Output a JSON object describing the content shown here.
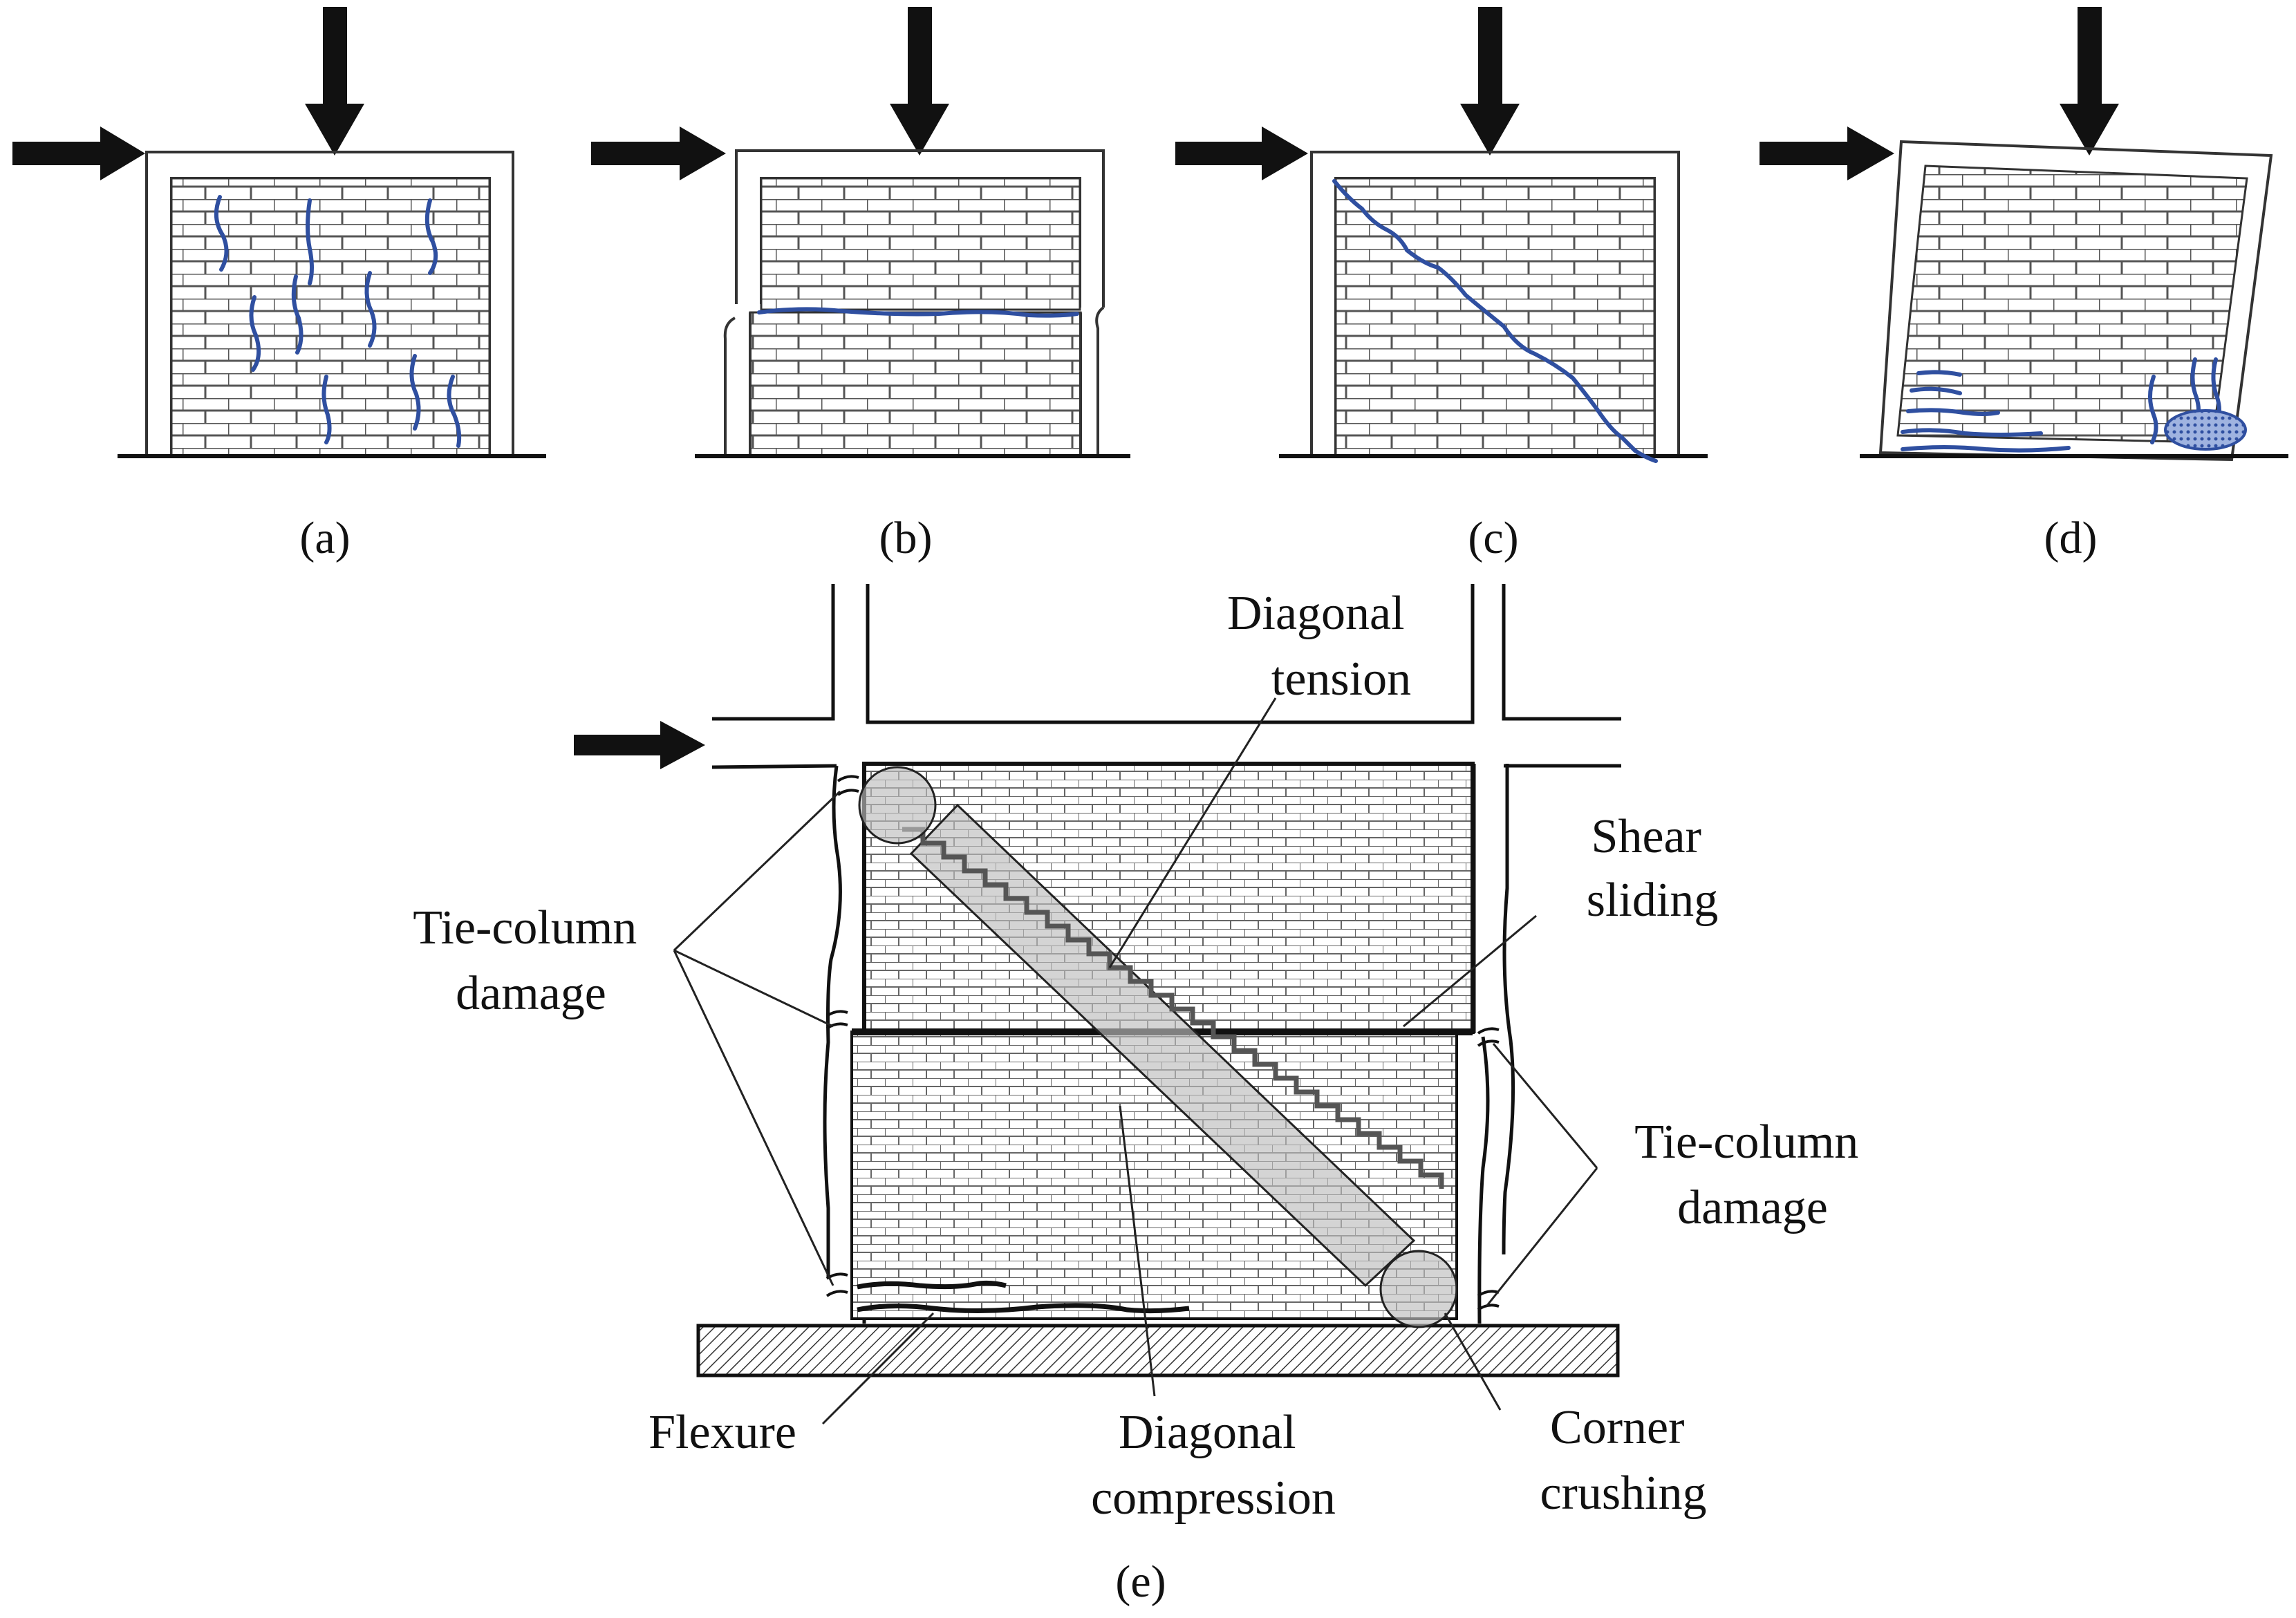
{
  "figure": {
    "captions": {
      "a": "(a)",
      "b": "(b)",
      "c": "(c)",
      "d": "(d)",
      "e": "(e)"
    },
    "labels": {
      "diagonal_tension": [
        "Diagonal",
        "tension"
      ],
      "shear_sliding": [
        "Shear",
        "sliding"
      ],
      "tie_column_damage_left": [
        "Tie-column",
        "damage"
      ],
      "tie_column_damage_right": [
        "Tie-column",
        "damage"
      ],
      "flexure": [
        "Flexure"
      ],
      "diagonal_compression": [
        "Diagonal",
        "compression"
      ],
      "corner_crushing": [
        "Corner",
        "crushing"
      ]
    },
    "colors": {
      "crack": "#2f4fa0",
      "strut_fill": "#bdbdbd",
      "brick_line": "#555555",
      "arrow": "#111111"
    },
    "icons": {
      "vertical_load": "arrow-down-icon",
      "lateral_load": "arrow-right-icon"
    }
  }
}
